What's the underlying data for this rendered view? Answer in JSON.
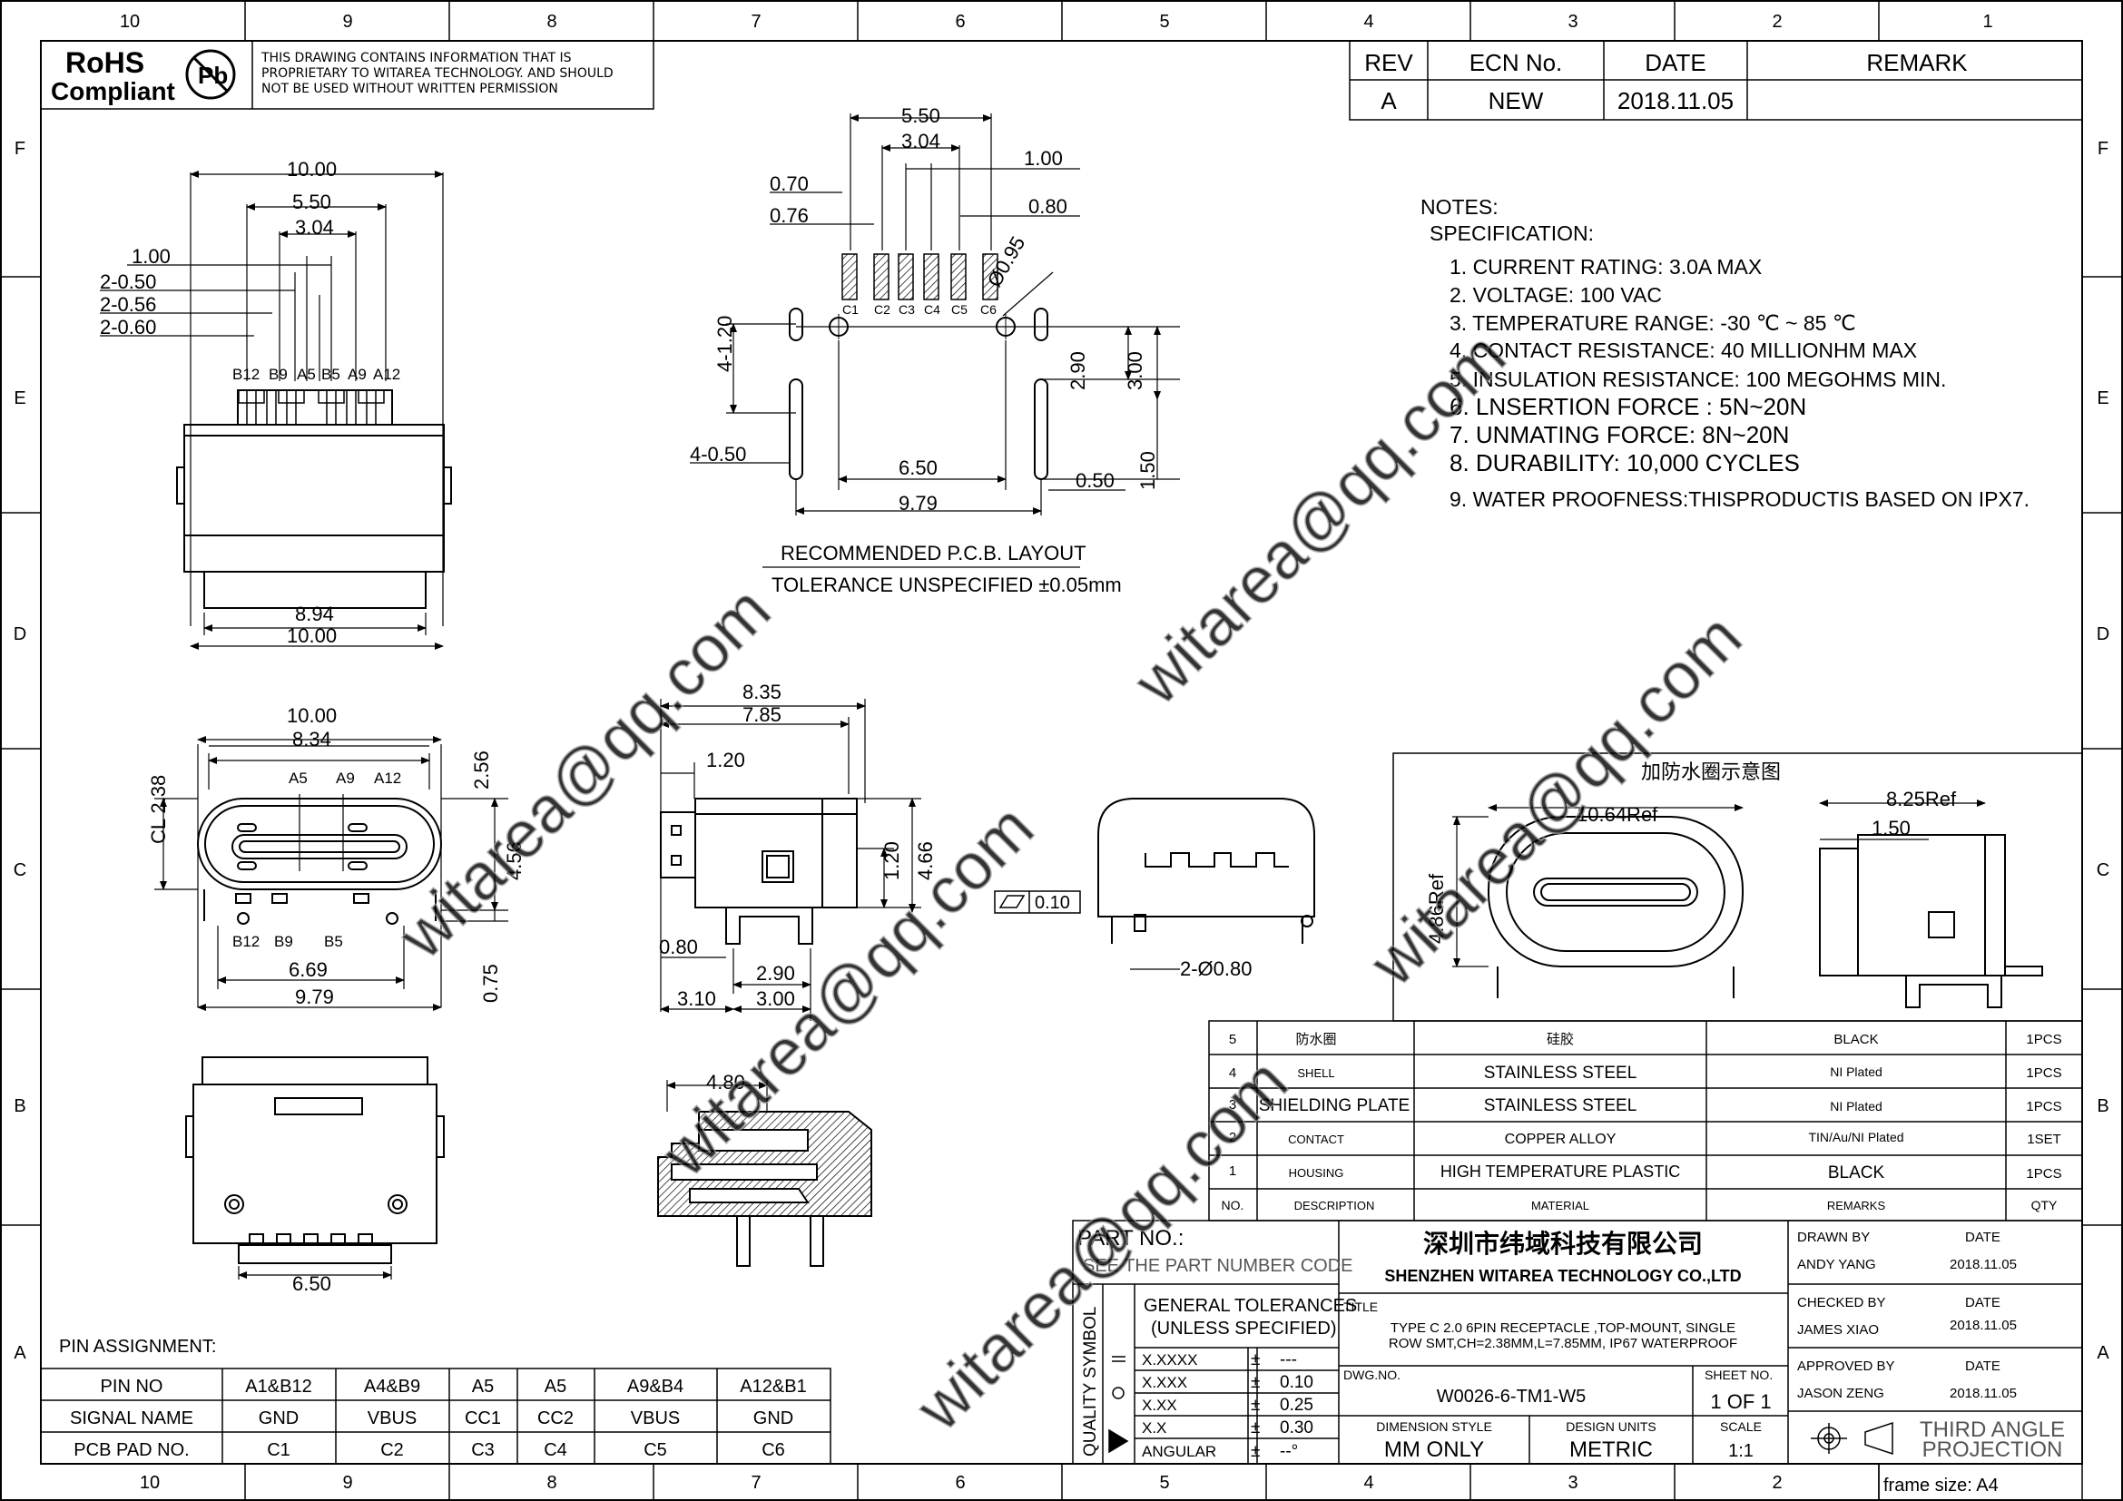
{
  "frame": {
    "top_numbers": [
      "10",
      "9",
      "8",
      "7",
      "6",
      "5",
      "4",
      "3",
      "2",
      "1"
    ],
    "bottom_numbers": [
      "10",
      "9",
      "8",
      "7",
      "6",
      "5",
      "4",
      "3",
      "2",
      "1"
    ],
    "left_letters": [
      "F",
      "E",
      "D",
      "C",
      "B",
      "A"
    ],
    "right_letters": [
      "F",
      "E",
      "D",
      "C",
      "B",
      "A"
    ],
    "frame_size": "frame size: A4"
  },
  "rohs": {
    "title": "RoHS",
    "subtitle": "Compliant",
    "symbol": "Pb",
    "notice_lines": [
      "THIS DRAWING CONTAINS INFORMATION THAT IS",
      "PROPRIETARY TO  WITAREA TECHNOLOGY. AND SHOULD",
      "NOT BE USED WITHOUT WRITTEN PERMISSION"
    ]
  },
  "revision": {
    "headers": [
      "REV",
      "ECN No.",
      "DATE",
      "REMARK"
    ],
    "row": [
      "A",
      "NEW",
      "2018.11.05",
      ""
    ]
  },
  "notes": {
    "title": "NOTES:",
    "subtitle": "SPECIFICATION:",
    "items": [
      "1. CURRENT RATING: 3.0A MAX",
      "2. VOLTAGE: 100 VAC",
      "3. TEMPERATURE RANGE: -30 ℃ ~ 85 ℃",
      "4. CONTACT RESISTANCE: 40 MILLIONHM MAX",
      "5. INSULATION RESISTANCE: 100 MEGOHMS MIN.",
      "6. LNSERTION FORCE : 5N~20N",
      "7. UNMATING FORCE: 8N~20N",
      "8. DURABILITY:    10,000 CYCLES",
      "9. WATER PROOFNESS:THISPRODUCTIS BASED ON IPX7."
    ]
  },
  "top_view_dims": {
    "d1": "10.00",
    "d2": "5.50",
    "d3": "3.04",
    "d4": "1.00",
    "d5": "2-0.50",
    "d6": "2-0.56",
    "d7": "2-0.60",
    "pins": [
      "B12",
      "B9",
      "A5",
      "B5",
      "A9",
      "A12"
    ],
    "d8": "8.94",
    "d9": "10.00"
  },
  "pcb_layout": {
    "d550": "5.50",
    "d304": "3.04",
    "d100": "1.00",
    "d070": "0.70",
    "d076": "0.76",
    "d080": "0.80",
    "dia": "Ø0.95",
    "pads": [
      "C1",
      "C2",
      "C3",
      "C4",
      "C5",
      "C6"
    ],
    "d4120": "4-1.20",
    "d290": "2.90",
    "d300": "3.00",
    "d4050": "4-0.50",
    "d650": "6.50",
    "d050": "0.50",
    "d150": "1.50",
    "d979": "9.79",
    "caption1": "RECOMMENDED   P.C.B.  LAYOUT",
    "caption2": "TOLERANCE  UNSPECIFIED  ±0.05mm"
  },
  "front_view": {
    "d1000": "10.00",
    "d834": "8.34",
    "cl": "CL 2.38",
    "d256": "2.56",
    "top_pins": [
      "A5",
      "A9",
      "A12"
    ],
    "d456": "4.56",
    "bottom_pins": [
      "B12",
      "B9",
      "B5"
    ],
    "d669": "6.69",
    "d979": "9.79",
    "d075": "0.75"
  },
  "side_view": {
    "d835": "8.35",
    "d785": "7.85",
    "d120a": "1.20",
    "d120b": "1.20",
    "d466": "4.66",
    "d080": "0.80",
    "d290": "2.90",
    "d310": "3.10",
    "d300": "3.00"
  },
  "section_view": {
    "d480": "4.80"
  },
  "flat": {
    "value": "0.10",
    "holes": "2-Ø0.80"
  },
  "bottom_view": {
    "d650": "6.50"
  },
  "waterproof": {
    "title": "加防水圈示意图",
    "d1064": "10.64Ref",
    "d486": "4.86Ref",
    "d825": "8.25Ref",
    "d150": "1.50"
  },
  "bom": {
    "rows": [
      [
        "5",
        "防水圈",
        "硅胶",
        "BLACK",
        "1PCS"
      ],
      [
        "4",
        "SHELL",
        "STAINLESS  STEEL",
        "NI  Plated",
        "1PCS"
      ],
      [
        "3",
        "SHIELDING  PLATE",
        "STAINLESS  STEEL",
        "NI  Plated",
        "1PCS"
      ],
      [
        "2",
        "CONTACT",
        "COPPER  ALLOY",
        "TIN/Au/NI  Plated",
        "1SET"
      ],
      [
        "1",
        "HOUSING",
        "HIGH  TEMPERATURE  PLASTIC",
        "BLACK",
        "1PCS"
      ]
    ],
    "header": [
      "NO.",
      "DESCRIPTION",
      "MATERIAL",
      "REMARKS",
      "QTY"
    ]
  },
  "title_block": {
    "part_no": "PART  NO.:",
    "part_code": "SEE  THE  PART  NUMBER  CODE",
    "company_cn": "深圳市纬域科技有限公司",
    "company_en": "SHENZHEN  WITAREA  TECHNOLOGY  CO.,LTD",
    "drawn_by_label": "DRAWN  BY",
    "drawn_by": "ANDY  YANG",
    "checked_by_label": "CHECKED  BY",
    "checked_by": "JAMES  XIAO",
    "approved_by_label": "APPROVED  BY",
    "approved_by": "JASON  ZENG",
    "date_label": "DATE",
    "date": "2018.11.05",
    "quality_symbol": "QUALITY  SYMBOL",
    "gen_tol1": "GENERAL  TOLERANCES",
    "gen_tol2": "(UNLESS  SPECIFIED)",
    "tol_rows": [
      [
        "X.XXXX",
        "±",
        "---"
      ],
      [
        "X.XXX",
        "±",
        "0.10"
      ],
      [
        "X.XX",
        "±",
        "0.25"
      ],
      [
        "X.X",
        "±",
        "0.30"
      ],
      [
        "ANGULAR",
        "±",
        "--°"
      ]
    ],
    "title_label": "TITLE",
    "title_line1": "TYPE  C  2.0  6PIN  RECEPTACLE  ,TOP-MOUNT,  SINGLE",
    "title_line2": "ROW  SMT,CH=2.38MM,L=7.85MM,  IP67  WATERPROOF",
    "dwg_label": "DWG.NO.",
    "dwg_no": "W0026-6-TM1-W5",
    "sheet_label": "SHEET  NO.",
    "sheet": "1  OF  1",
    "dim_style_label": "DIMENSION  STYLE",
    "dim_style": "MM  ONLY",
    "units_label": "DESIGN  UNITS",
    "units": "METRIC",
    "scale_label": "SCALE",
    "scale": "1:1",
    "projection1": "THIRD  ANGLE",
    "projection2": "PROJECTION"
  },
  "pin_assignment": {
    "title": "PIN  ASSIGNMENT:",
    "rows": [
      [
        "PIN  NO",
        "A1&B12",
        "A4&B9",
        "A5",
        "A5",
        "A9&B4",
        "A12&B1"
      ],
      [
        "SIGNAL  NAME",
        "GND",
        "VBUS",
        "CC1",
        "CC2",
        "VBUS",
        "GND"
      ],
      [
        "PCB  PAD  NO.",
        "C1",
        "C2",
        "C3",
        "C4",
        "C5",
        "C6"
      ]
    ]
  },
  "watermark": "witarea@qq.com"
}
